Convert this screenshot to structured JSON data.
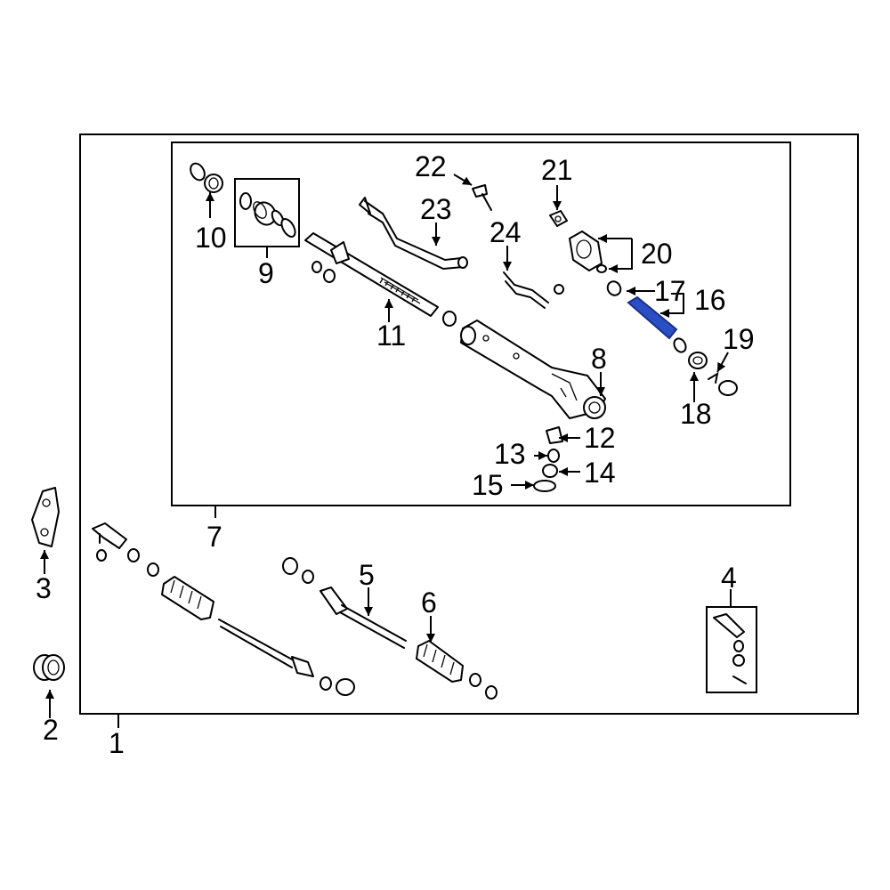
{
  "callouts": {
    "c1": "1",
    "c2": "2",
    "c3": "3",
    "c4": "4",
    "c5": "5",
    "c6": "6",
    "c7": "7",
    "c8": "8",
    "c9": "9",
    "c10": "10",
    "c11": "11",
    "c12": "12",
    "c13": "13",
    "c14": "14",
    "c15": "15",
    "c16": "16",
    "c17": "17",
    "c18": "18",
    "c19": "19",
    "c20": "20",
    "c21": "21",
    "c22": "22",
    "c23": "23",
    "c24": "24"
  },
  "colors": {
    "line": "#000000",
    "background": "#ffffff",
    "highlight": "#2a4fc4"
  },
  "highlighted_part": "17"
}
